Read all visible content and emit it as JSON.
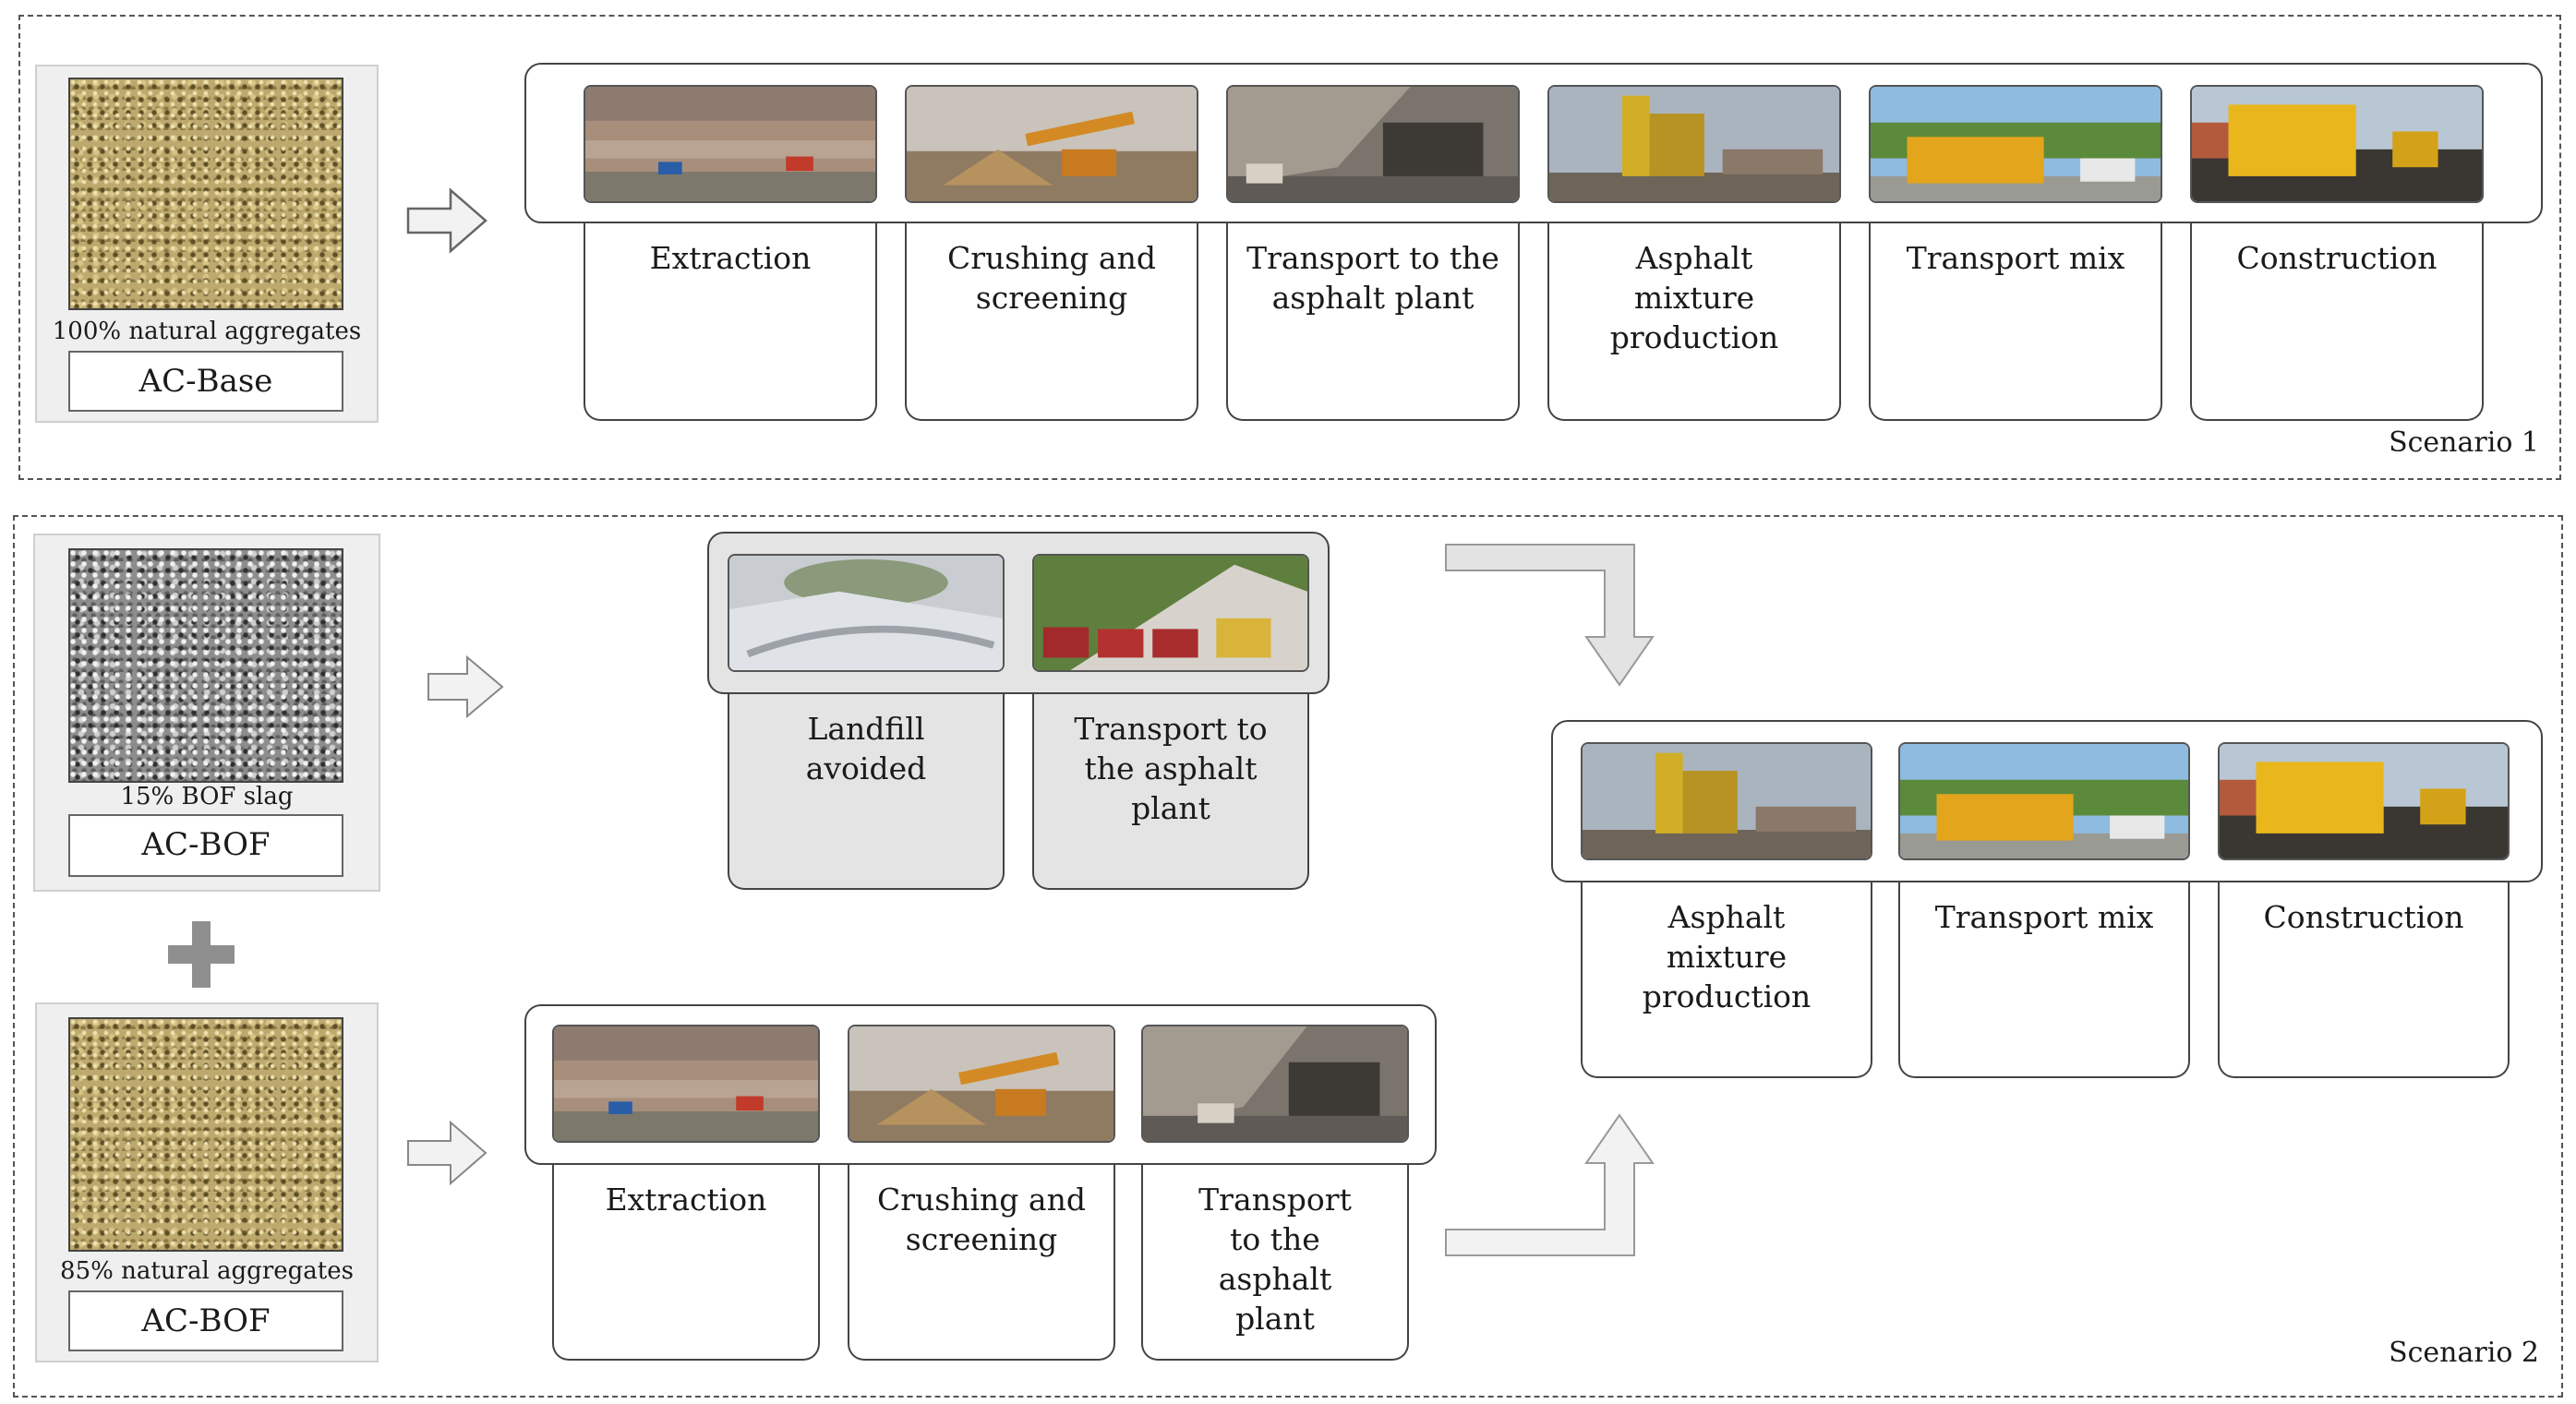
{
  "scenario1": {
    "label": "Scenario 1",
    "material": {
      "caption": "100% natural aggregates",
      "name": "AC-Base"
    },
    "stages": [
      "Extraction",
      "Crushing and screening",
      "Transport to the asphalt plant",
      "Asphalt mixture production",
      "Transport mix",
      "Construction"
    ]
  },
  "scenario2": {
    "label": "Scenario 2",
    "material_bof": {
      "caption": "15% BOF slag",
      "name": "AC-BOF"
    },
    "material_nat": {
      "caption": "85% natural aggregates",
      "name": "AC-BOF"
    },
    "slag_stages": [
      "Landfill avoided",
      "Transport to the asphalt plant"
    ],
    "natural_stages": [
      "Extraction",
      "Crushing and screening",
      "Transport to the asphalt plant"
    ],
    "common_stages": [
      "Asphalt mixture production",
      "Transport mix",
      "Construction"
    ]
  },
  "colors": {
    "border": "#444444",
    "grey_panel": "#e4e4e4",
    "arrow_fill": "#f2f2f2",
    "plus": "#8f8f8f"
  },
  "icons": [
    "right-arrow-icon",
    "bent-arrow-down-icon",
    "bent-arrow-up-icon",
    "plus-icon"
  ]
}
